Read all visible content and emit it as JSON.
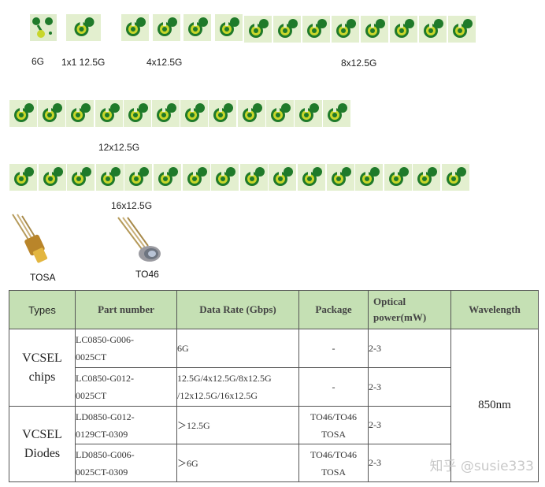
{
  "chip_labels": {
    "l6g": "6G",
    "l1x1": "1x1  12.5G",
    "l4x": "4x12.5G",
    "l8x": "8x12.5G",
    "l12x": "12x12.5G",
    "l16x": "16x12.5G"
  },
  "packages": {
    "tosa": "TOSA",
    "to46": "TO46"
  },
  "table": {
    "headers": {
      "types": "Types",
      "part_number": "Part number",
      "data_rate": "Data Rate (Gbps)",
      "package": "Package",
      "optical_power_1": "Optical",
      "optical_power_2": "power(mW)",
      "wavelength": "Wavelength"
    },
    "groups": {
      "chips_1": "VCSEL",
      "chips_2": "chips",
      "diodes_1": "VCSEL",
      "diodes_2": "Diodes"
    },
    "rows": [
      {
        "pn1": "LC0850-G006-",
        "pn2": "0025CT",
        "rate1": "6G",
        "rate2": "",
        "pkg1": "-",
        "pkg2": "",
        "power": "2-3"
      },
      {
        "pn1": "LC0850-G012-",
        "pn2": "0025CT",
        "rate1": "12.5G/4x12.5G/8x12.5G",
        "rate2": "/12x12.5G/16x12.5G",
        "pkg1": "-",
        "pkg2": "",
        "power": "2-3"
      },
      {
        "pn1": "LD0850-G012-",
        "pn2": "0129CT-0309",
        "rate1": "＞12.5G",
        "rate2": "",
        "pkg1": "TO46/TO46",
        "pkg2": "TOSA",
        "power": "2-3"
      },
      {
        "pn1": "LD0850-G006-",
        "pn2": "0025CT-0309",
        "rate1": "＞6G",
        "rate2": "",
        "pkg1": "TO46/TO46",
        "pkg2": "TOSA",
        "power": "2-3"
      }
    ],
    "wavelength": "850nm"
  },
  "watermark": "知乎 @susie333",
  "colors": {
    "chip_bg": "#e3efcf",
    "chip_dark": "#1f7a2a",
    "chip_ring": "#c8d62b",
    "header_bg": "#c5e0b4"
  }
}
